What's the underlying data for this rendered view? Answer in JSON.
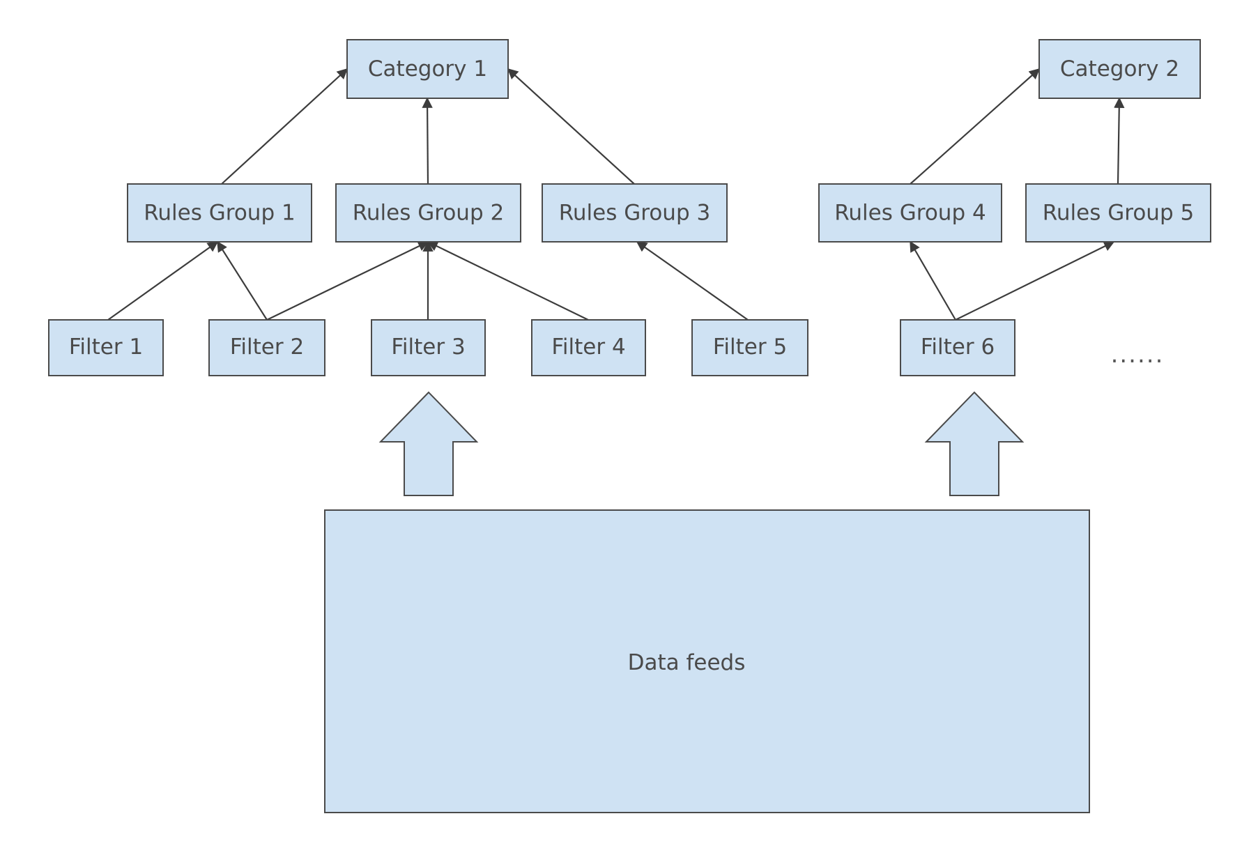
{
  "colors": {
    "box_fill": "#cfe2f3",
    "box_stroke": "#4a4a4a",
    "edge": "#3c3c3c",
    "text": "#4a4a4a",
    "background": "#ffffff"
  },
  "categories": [
    {
      "id": "cat1",
      "label": "Category 1"
    },
    {
      "id": "cat2",
      "label": "Category 2"
    }
  ],
  "rules_groups": [
    {
      "id": "rg1",
      "label": "Rules Group 1"
    },
    {
      "id": "rg2",
      "label": "Rules Group 2"
    },
    {
      "id": "rg3",
      "label": "Rules Group 3"
    },
    {
      "id": "rg4",
      "label": "Rules Group 4"
    },
    {
      "id": "rg5",
      "label": "Rules Group 5"
    }
  ],
  "filters": [
    {
      "id": "f1",
      "label": "Filter 1"
    },
    {
      "id": "f2",
      "label": "Filter 2"
    },
    {
      "id": "f3",
      "label": "Filter 3"
    },
    {
      "id": "f4",
      "label": "Filter 4"
    },
    {
      "id": "f5",
      "label": "Filter 5"
    },
    {
      "id": "f6",
      "label": "Filter 6"
    }
  ],
  "more_indicator": "......",
  "source": {
    "id": "feeds",
    "label": "Data feeds"
  },
  "edges": [
    {
      "from": "rg1",
      "to": "cat1"
    },
    {
      "from": "rg2",
      "to": "cat1"
    },
    {
      "from": "rg3",
      "to": "cat1"
    },
    {
      "from": "rg4",
      "to": "cat2"
    },
    {
      "from": "rg5",
      "to": "cat2"
    },
    {
      "from": "f1",
      "to": "rg1"
    },
    {
      "from": "f2",
      "to": "rg1"
    },
    {
      "from": "f2",
      "to": "rg2"
    },
    {
      "from": "f3",
      "to": "rg2"
    },
    {
      "from": "f4",
      "to": "rg2"
    },
    {
      "from": "f5",
      "to": "rg3"
    },
    {
      "from": "f6",
      "to": "rg4"
    },
    {
      "from": "f6",
      "to": "rg5"
    }
  ],
  "block_arrows": [
    {
      "from": "feeds",
      "to": "f3"
    },
    {
      "from": "feeds",
      "to": "f6"
    }
  ]
}
